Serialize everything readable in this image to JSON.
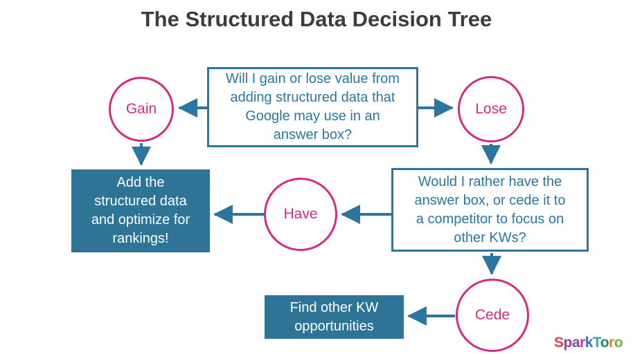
{
  "title": "The Structured Data Decision Tree",
  "colors": {
    "teal_line": "#2a76a0",
    "teal_fill": "#2e7496",
    "pink": "#d42b80",
    "title_text": "#3c3c3c"
  },
  "nodes": {
    "question_top": "Will I gain or lose value from\nadding structured data that\nGoogle may use in an\nanswer box?",
    "gain": "Gain",
    "lose": "Lose",
    "action_add": "Add the\nstructured data\nand optimize for\nrankings!",
    "question_right": "Would I rather have the\nanswer box, or cede it to\na competitor to focus on\nother KWs?",
    "have": "Have",
    "cede": "Cede",
    "action_find": "Find other KW\nopportunities"
  },
  "logo": {
    "name": "SparkToro",
    "letters": [
      {
        "ch": "S",
        "color": "#e23b52"
      },
      {
        "ch": "p",
        "color": "#a83a8e"
      },
      {
        "ch": "a",
        "color": "#7b4ea3"
      },
      {
        "ch": "r",
        "color": "#d62e8c"
      },
      {
        "ch": "k",
        "color": "#3a70b7"
      },
      {
        "ch": "T",
        "color": "#2aa9bd"
      },
      {
        "ch": "o",
        "color": "#23856d"
      },
      {
        "ch": "r",
        "color": "#ef7d25"
      },
      {
        "ch": "o",
        "color": "#6cb33f"
      }
    ]
  }
}
